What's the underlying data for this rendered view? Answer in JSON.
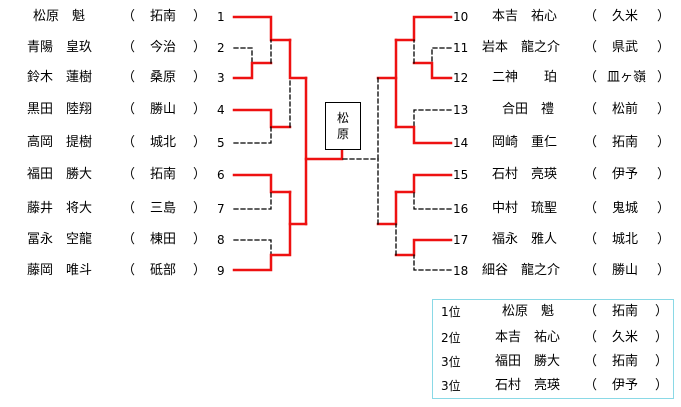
{
  "left_players": [
    {
      "seed": "1",
      "name": "松原　魁",
      "school": "拓南"
    },
    {
      "seed": "2",
      "name": "青陽　皇玖",
      "school": "今治"
    },
    {
      "seed": "3",
      "name": "鈴木　蓮樹",
      "school": "桑原"
    },
    {
      "seed": "4",
      "name": "黒田　陸翔",
      "school": "勝山"
    },
    {
      "seed": "5",
      "name": "高岡　提樹",
      "school": "城北"
    },
    {
      "seed": "6",
      "name": "福田　勝大",
      "school": "拓南"
    },
    {
      "seed": "7",
      "name": "藤井　将大",
      "school": "三島"
    },
    {
      "seed": "8",
      "name": "冨永　空龍",
      "school": "棟田"
    },
    {
      "seed": "9",
      "name": "藤岡　唯斗",
      "school": "砥部"
    }
  ],
  "right_players": [
    {
      "seed": "10",
      "name": "本吉　祐心",
      "school": "久米"
    },
    {
      "seed": "11",
      "name": "岩本　龍之介",
      "school": "県武"
    },
    {
      "seed": "12",
      "name": "二神　　珀",
      "school": "皿ヶ嶺"
    },
    {
      "seed": "13",
      "name": "合田　禮",
      "school": "松前"
    },
    {
      "seed": "14",
      "name": "岡崎　重仁",
      "school": "拓南"
    },
    {
      "seed": "15",
      "name": "石村　亮瑛",
      "school": "伊予"
    },
    {
      "seed": "16",
      "name": "中村　琉聖",
      "school": "鬼城"
    },
    {
      "seed": "17",
      "name": "福永　雅人",
      "school": "城北"
    },
    {
      "seed": "18",
      "name": "細谷　龍之介",
      "school": "勝山"
    }
  ],
  "winner": {
    "line1": "松",
    "line2": "原"
  },
  "results": [
    {
      "rank": "1位",
      "name": "松原　魁",
      "school": "拓南"
    },
    {
      "rank": "2位",
      "name": "本吉　祐心",
      "school": "久米"
    },
    {
      "rank": "3位",
      "name": "福田　勝大",
      "school": "拓南"
    },
    {
      "rank": "3位",
      "name": "石村　亮瑛",
      "school": "伊予"
    }
  ],
  "paren_open": "（",
  "paren_close": "）",
  "colors": {
    "win_line": "#ee1111",
    "lose_line": "#000000",
    "results_border": "#8ad9e6"
  }
}
